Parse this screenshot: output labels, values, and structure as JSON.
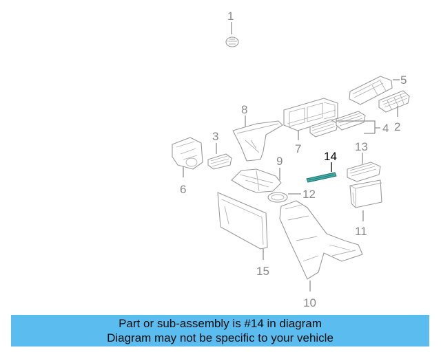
{
  "diagram": {
    "callouts": {
      "c1": "1",
      "c2": "2",
      "c3": "3",
      "c4": "4",
      "c5": "5",
      "c6": "6",
      "c7": "7",
      "c8": "8",
      "c9": "9",
      "c10": "10",
      "c11": "11",
      "c12": "12",
      "c13": "13",
      "c14": "14",
      "c15": "15"
    },
    "highlighted_part": "14",
    "highlight_color": "#3fb0a8"
  },
  "banner": {
    "line1": "Part or sub-assembly is #14 in diagram",
    "line2": "Diagram may not be specific to your vehicle",
    "color": "#5bbcef"
  }
}
